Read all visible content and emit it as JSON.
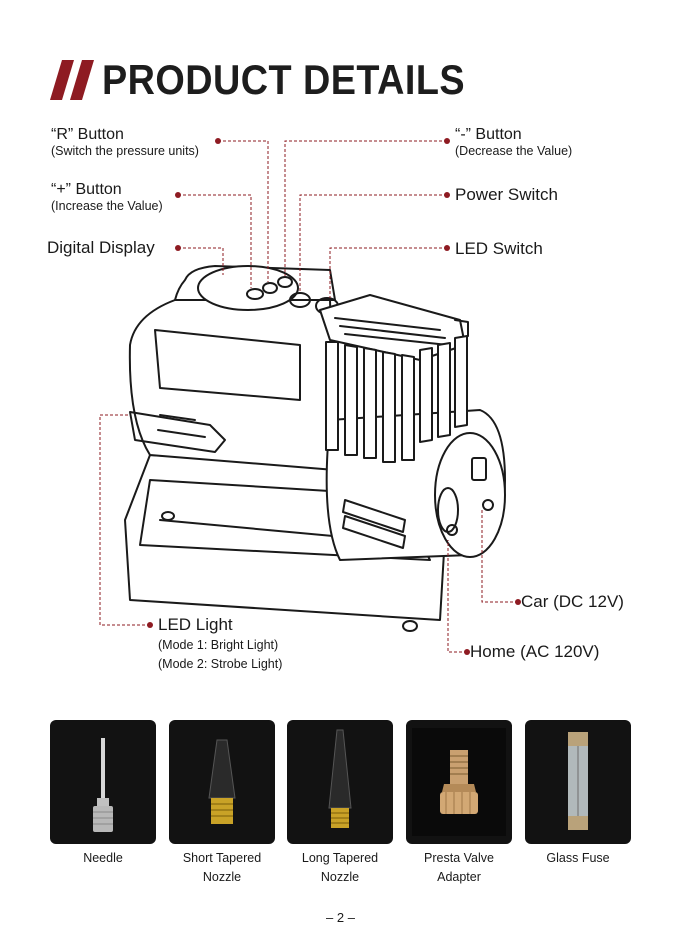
{
  "page": {
    "title": "PRODUCT DETAILS",
    "page_number": "– 2 –",
    "accent_color": "#8e1b22"
  },
  "callouts": {
    "r_button": {
      "label": "“R” Button",
      "sub": "(Switch the pressure units)"
    },
    "plus_button": {
      "label": "“+” Button",
      "sub": "(Increase the Value)"
    },
    "digital_display": {
      "label": "Digital Display"
    },
    "minus_button": {
      "label": "“-” Button",
      "sub": "(Decrease the Value)"
    },
    "power_switch": {
      "label": "Power Switch"
    },
    "led_switch": {
      "label": "LED Switch"
    },
    "led_light": {
      "label": "LED Light",
      "mode1": "(Mode 1: Bright Light)",
      "mode2": "(Mode 2: Strobe Light)"
    },
    "car": {
      "label": "Car (DC 12V)"
    },
    "home": {
      "label": "Home (AC 120V)"
    }
  },
  "accessories": [
    {
      "caption_line1": "Needle",
      "caption_line2": "",
      "icon": "needle-icon"
    },
    {
      "caption_line1": "Short Tapered",
      "caption_line2": "Nozzle",
      "icon": "short-nozzle-icon"
    },
    {
      "caption_line1": "Long Tapered",
      "caption_line2": "Nozzle",
      "icon": "long-nozzle-icon"
    },
    {
      "caption_line1": "Presta Valve",
      "caption_line2": "Adapter",
      "icon": "presta-adapter-icon"
    },
    {
      "caption_line1": "Glass Fuse",
      "caption_line2": "",
      "icon": "glass-fuse-icon"
    }
  ]
}
